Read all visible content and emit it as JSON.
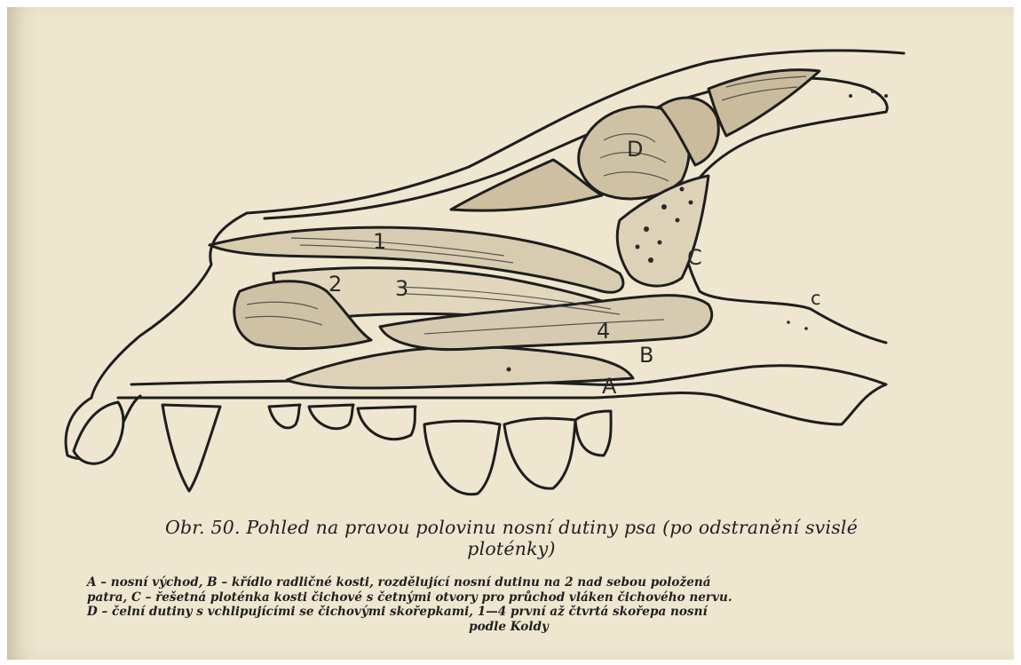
{
  "figure": {
    "labels": {
      "D": "D",
      "C": "C",
      "c": "c",
      "B": "B",
      "A": "A",
      "n1": "1",
      "n2": "2",
      "n3": "3",
      "n4": "4"
    },
    "colors": {
      "paper": "#efe6d0",
      "ink": "#1e1e1e"
    }
  },
  "caption": {
    "title_line1": "Obr. 50. Pohled na pravou polovinu nosní dutiny psa (po odstranění svislé",
    "title_line2": "ploténky)",
    "legend_lines": [
      "A – nosní východ, B – křídlo radličné kosti, rozdělující nosní dutinu na 2 nad sebou položená",
      "patra, C – řešetná ploténka kosti čichové s četnými otvory pro průchod vláken čichového nervu.",
      "D – čelní dutiny s vchlipujícími se čichovými skořepkami, 1—4 první až čtvrtá skořepa nosní",
      "podle Koldy"
    ]
  }
}
